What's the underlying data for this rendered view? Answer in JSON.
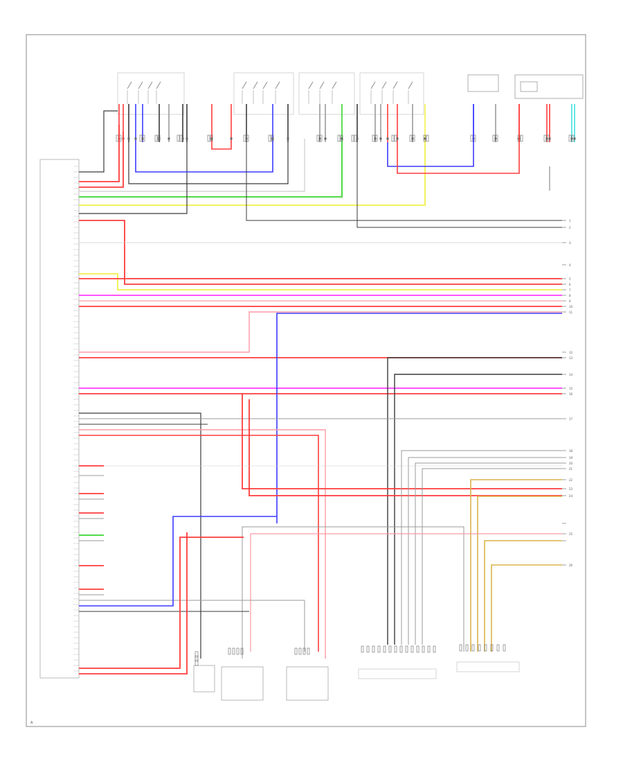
{
  "diagram": {
    "colors": {
      "red": "#ff3b3b",
      "pink": "#ff9aa5",
      "green": "#37d62f",
      "yellow": "#f1f14a",
      "magenta": "#ff3cff",
      "blue": "#3a3aff",
      "dark": "#3a3a3a",
      "gray": "#9a9a9a",
      "lightgray": "#cccccc",
      "tan": "#d8b44a",
      "cyan": "#3fe0e0",
      "frame": "#8a8a8a"
    },
    "legible_labels": {
      "bottom_left_code": "A",
      "right_pins": [
        "1",
        "2",
        "3",
        "4",
        "5",
        "6",
        "7",
        "8",
        "9",
        "10",
        "11",
        "12",
        "13",
        "14",
        "15",
        "16",
        "17",
        "18",
        "19",
        "20",
        "21",
        "22",
        "23",
        "24",
        "25",
        "26"
      ]
    }
  }
}
